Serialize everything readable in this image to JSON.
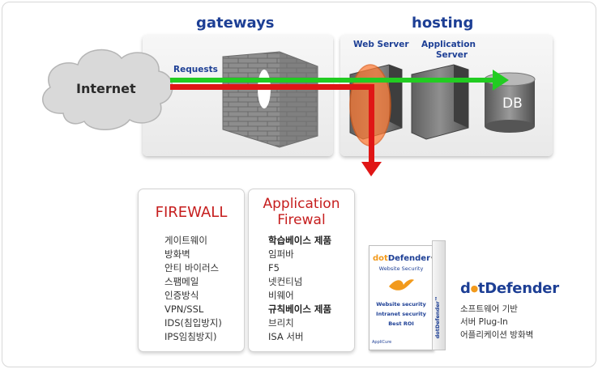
{
  "diagram": {
    "gateways_title": "gateways",
    "hosting_title": "hosting",
    "internet_label": "Internet",
    "requests_label": "Requests",
    "web_server_label": "Web Server",
    "app_server_label_line1": "Application",
    "app_server_label_line2": "Server",
    "db_label": "DB",
    "colors": {
      "green_path": "#22cc22",
      "red_path": "#e01616",
      "heading": "#1d3f95"
    }
  },
  "firewall_card": {
    "title": "FIREWALL",
    "items": [
      "게이트웨이",
      "방화벽",
      "안티 바이러스",
      "스팸메일",
      "인증방식",
      "VPN/SSL",
      "IDS(침입방지)",
      "IPS임침방지)"
    ]
  },
  "appfw_card": {
    "title_line1": "Application",
    "title_line2": "Firewal",
    "items": [
      {
        "text": "학습베이스 제품",
        "bold": true
      },
      {
        "text": "임퍼바",
        "bold": false
      },
      {
        "text": "F5",
        "bold": false
      },
      {
        "text": "넷컨티넘",
        "bold": false
      },
      {
        "text": "비웨어",
        "bold": false
      },
      {
        "text": "규칙베이스 제품",
        "bold": true
      },
      {
        "text": "브리치",
        "bold": false
      },
      {
        "text": "ISA 서버",
        "bold": false
      }
    ]
  },
  "product_box": {
    "brand_prefix": "dot",
    "brand_suffix": "Defender",
    "tm": "™",
    "subtitle": "Website Security",
    "features": [
      "Website security",
      "Intranet security",
      "Best ROI"
    ],
    "side_text": "dotDefender™",
    "maker": "AppliCure"
  },
  "dotdefender": {
    "brand_prefix": "d",
    "brand_dot": "●",
    "brand_rest": "tDefender",
    "desc": [
      "소프트웨어 기반",
      "서버 Plug-In",
      "어플리케이션 방화벽"
    ]
  }
}
